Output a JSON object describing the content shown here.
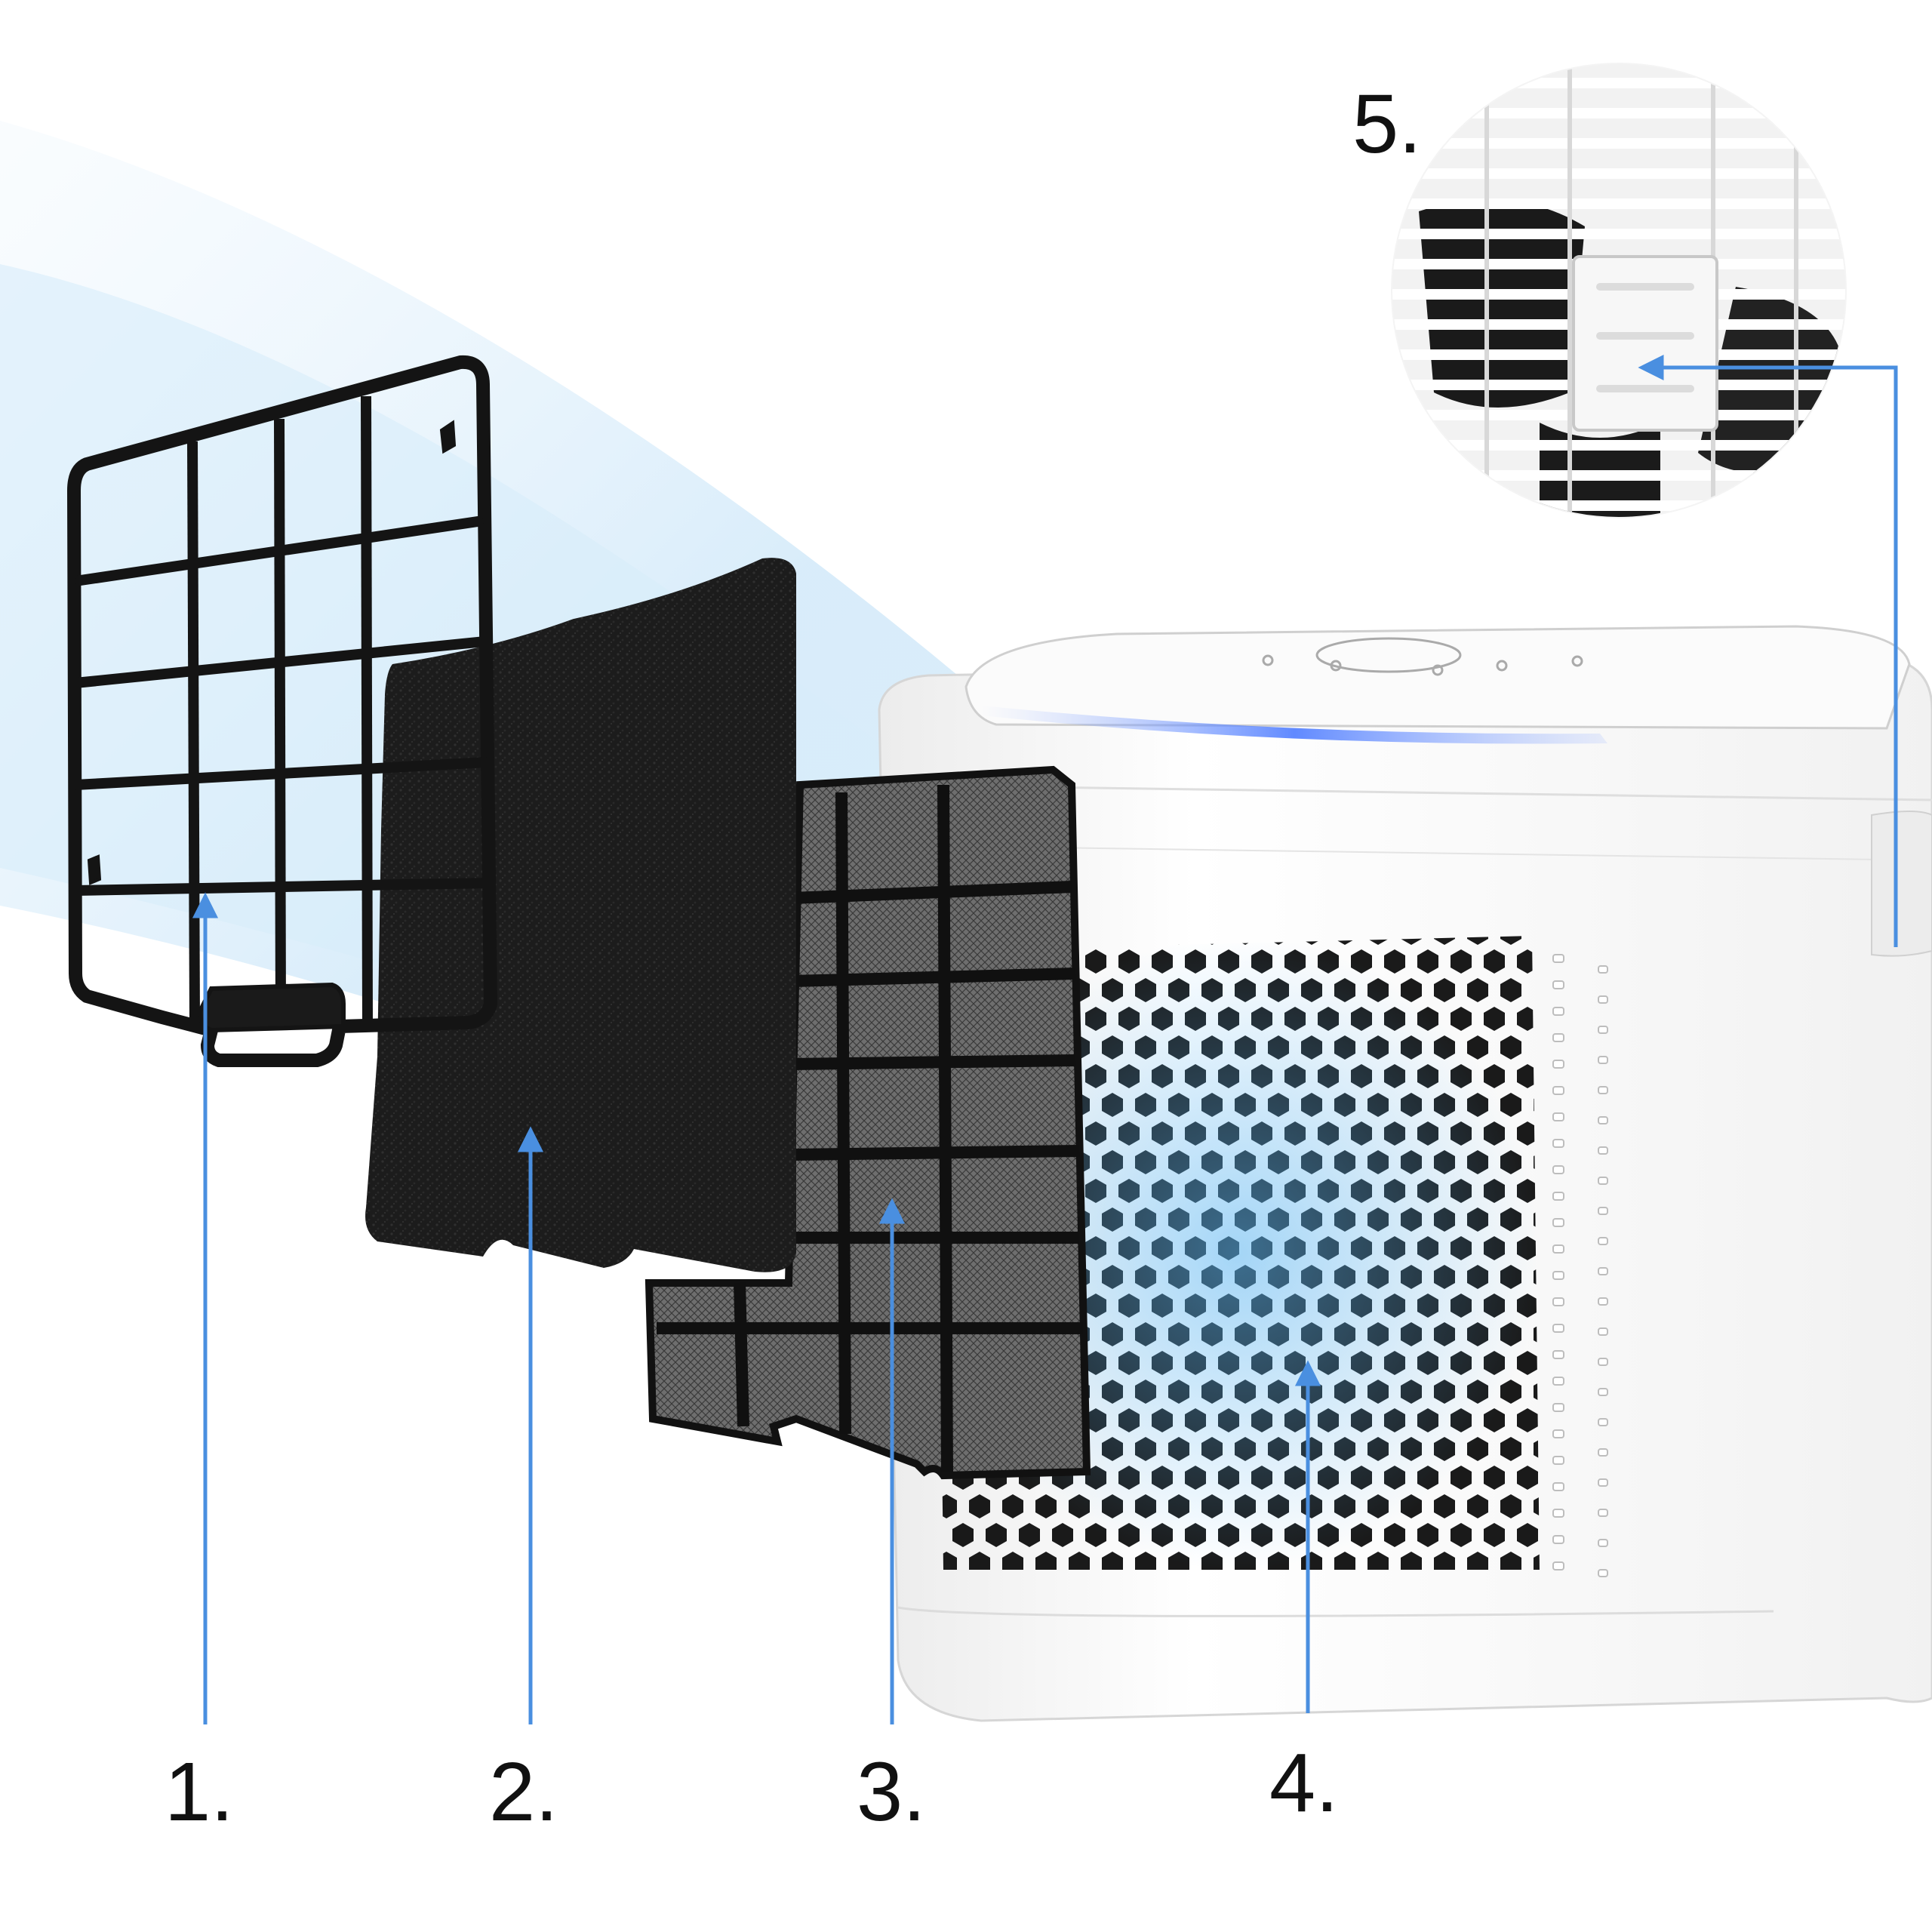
{
  "callouts": [
    {
      "id": 1,
      "label": "1."
    },
    {
      "id": 2,
      "label": "2."
    },
    {
      "id": 3,
      "label": "3."
    },
    {
      "id": 4,
      "label": "4."
    },
    {
      "id": 5,
      "label": "5."
    }
  ],
  "colors": {
    "leader_line": "#4a8fe0",
    "airflow": "#bfe0f7",
    "frame": "#141414",
    "foam": "#1d1d1d",
    "unit_body": "#f6f6f6",
    "glow": "#7fa6ff"
  }
}
